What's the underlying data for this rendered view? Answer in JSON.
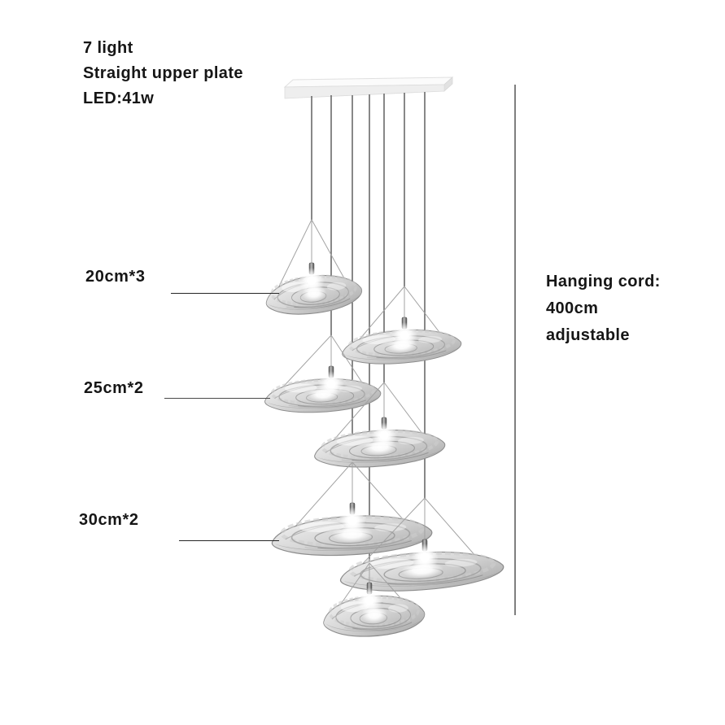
{
  "colors": {
    "background": "#ffffff",
    "text": "#161616",
    "annotation_line": "#262626",
    "measure_line": "#7f7f7f",
    "shade_metal": "#a8a8a8",
    "cord": "#6b6b6b"
  },
  "spec": {
    "line1": "7 light",
    "line2": "Straight upper plate",
    "line3": "LED:41w"
  },
  "size_annotations": [
    {
      "label": "20cm*3"
    },
    {
      "label": "25cm*2"
    },
    {
      "label": "30cm*2"
    }
  ],
  "hanging_note": {
    "line1": "Hanging cord:",
    "line2": "400cm",
    "line3": "adjustable"
  }
}
